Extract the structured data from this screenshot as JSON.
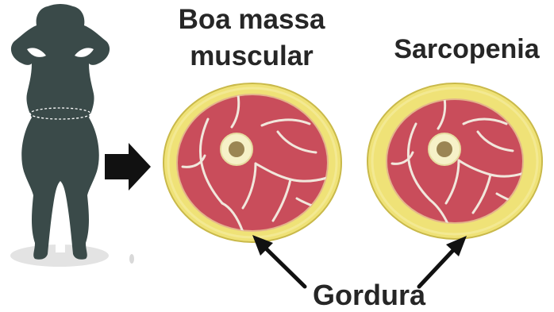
{
  "labels": {
    "good_muscle": [
      "Boa massa",
      "muscular"
    ],
    "sarcopenia": "Sarcopenia",
    "fat": "Gordura"
  },
  "colors": {
    "figure": "#3a4a49",
    "figure_shadow": "#e3e3e3",
    "fat_layer": "#efe277",
    "fat_outline": "#c9b94a",
    "muscle": "#c94d5b",
    "muscle_fascia": "#f1e7dc",
    "bone_marrow": "#9b8553",
    "bone_ring": "#f6f1c8",
    "arrow": "#111111",
    "text": "#262626"
  },
  "icons": {
    "person": "person-silhouette-icon",
    "next": "right-arrow-icon"
  }
}
